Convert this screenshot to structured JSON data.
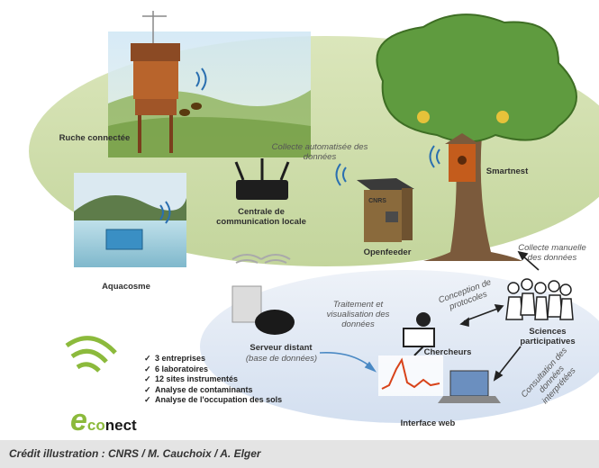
{
  "labels": {
    "ruche": "Ruche connectée",
    "collecte_auto": "Collecte automatisée des données",
    "smartnest": "Smartnest",
    "centrale": "Centrale de communication locale",
    "aquacosme": "Aquacosme",
    "openfeeder": "Openfeeder",
    "collecte_manuelle": "Collecte manuelle des données",
    "conception": "Conception de protocoles",
    "traitement": "Traitement et visualisation des données",
    "serveur": "Serveur distant",
    "serveur_sub": "(base de données)",
    "chercheurs": "Chercheurs",
    "sciences": "Sciences participatives",
    "consultation": "Consultation des données interprétées",
    "interface": "Interface web",
    "cnrs_tag": "CNRS"
  },
  "brand": {
    "e": "e",
    "co": "co",
    "nect": "nect"
  },
  "facts": [
    "3 entreprises",
    "6 laboratoires",
    "12 sites instrumentés",
    "Analyse de contaminants",
    "Analyse de l'occupation des sols"
  ],
  "credit": "Crédit illustration : CNRS / M. Cauchoix / A. Elger",
  "colors": {
    "ellipse_green": "#c9d9a6",
    "ellipse_blue": "#d9e3f0",
    "brand_green": "#8cba3c",
    "brand_dark": "#1a1a1a"
  }
}
